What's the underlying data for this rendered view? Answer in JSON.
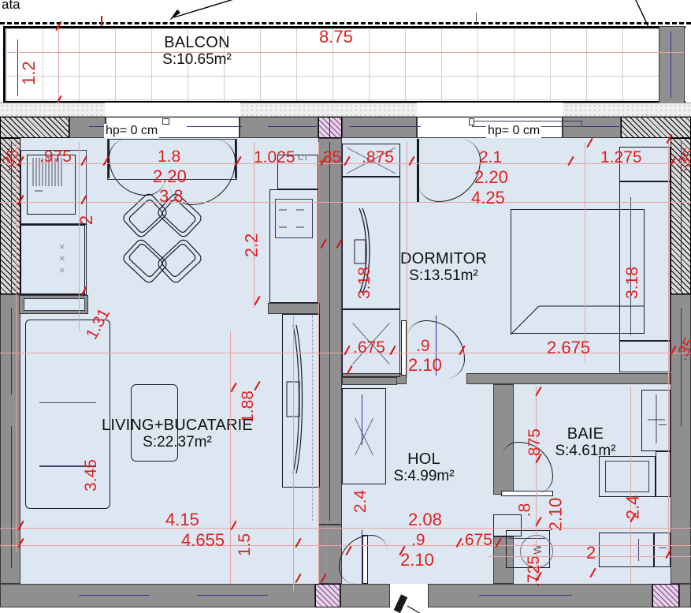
{
  "plan": {
    "title_fragment": "ata",
    "rooms": [
      {
        "id": "balcon",
        "name": "BALCON",
        "area": "S:10.65m²"
      },
      {
        "id": "living",
        "name": "LIVING+BUCATARIE",
        "area": "S:22.37m²"
      },
      {
        "id": "dormitor",
        "name": "DORMITOR",
        "area": "S:13.51m²"
      },
      {
        "id": "hol",
        "name": "HOL",
        "area": "S:4.99m²"
      },
      {
        "id": "baie",
        "name": "BAIE",
        "area": "S:4.61m²"
      }
    ],
    "notes": [
      {
        "id": "hp-left",
        "text": "hp= 0 cm"
      },
      {
        "id": "hp-right",
        "text": "hp= 0 cm"
      },
      {
        "id": "ct-boiler",
        "text": "CT"
      },
      {
        "id": "washer",
        "text": "W"
      }
    ],
    "dimensions": {
      "balcony_width": "8.75",
      "balcony_depth": "1.2",
      "left_wall_top": ".35",
      "kitchen_sink": ".975",
      "living_win_width": "1.8",
      "living_win_height": "2.20",
      "living_win_total": "3.8",
      "living_left_seg": "2",
      "living_right_seg": "2.2",
      "living_wall_seg": "1.31",
      "kitchen_counter": "1.025",
      "pillar": ".35",
      "kitchen_strip": ".875",
      "dorm_win_width": "2.1",
      "dorm_win_height": "2.20",
      "dorm_top_run": "4.25",
      "dorm_right_seg": "1.275",
      "right_wall_top": ".35",
      "dorm_depth": "3.18",
      "closet_depth": "3.18",
      "kitchen_tall": "3.18",
      "dorm_bottom": "2.675",
      "right_wall_low": ".35",
      "hall_seg": ".675",
      "dorm_door_w": ".9",
      "dorm_door_h": "2.10",
      "living_depth": "1.88",
      "living_low_depth": "3.45",
      "living_bottom_a": "4.15",
      "living_bottom_b": "4.655",
      "living_bottom_seg": "1.5",
      "hall_width": "2.4",
      "hall_bottom": "2.08",
      "entry_door_w": ".9",
      "entry_door_h": "2.10",
      "hall_right_seg": ".675",
      "baie_top": ".875",
      "baie_door_w": ".8",
      "baie_door_h": "2.10",
      "baie_tub": "2.4",
      "baie_washer": ".725",
      "baie_bottom": "2"
    }
  }
}
